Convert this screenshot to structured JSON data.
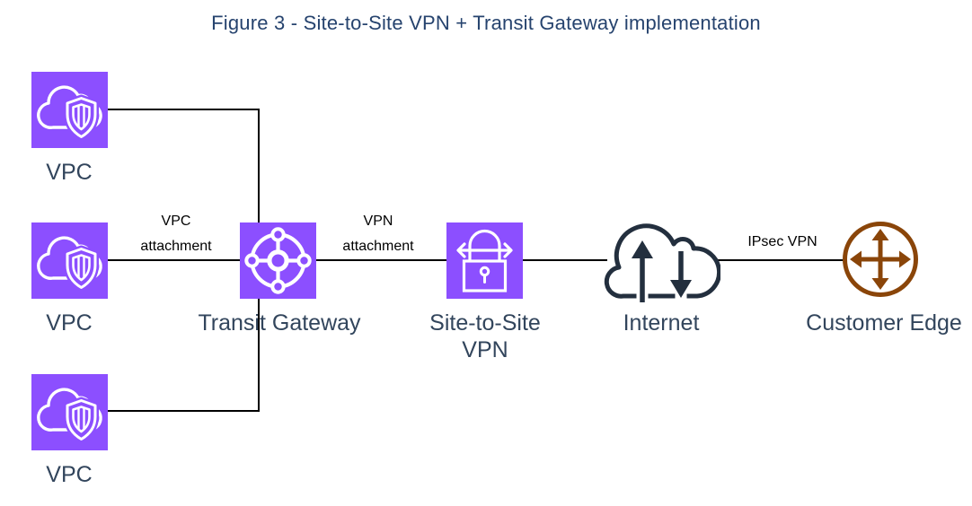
{
  "figure": {
    "title": "Figure 3 - Site-to-Site VPN + Transit Gateway implementation"
  },
  "diagram": {
    "type": "aws-network-architecture",
    "nodes": [
      {
        "id": "vpc-1",
        "label": "VPC",
        "icon": "vpc-icon"
      },
      {
        "id": "vpc-2",
        "label": "VPC",
        "icon": "vpc-icon"
      },
      {
        "id": "vpc-3",
        "label": "VPC",
        "icon": "vpc-icon"
      },
      {
        "id": "transit-gateway",
        "label": "Transit Gateway",
        "icon": "transit-gateway-icon"
      },
      {
        "id": "site-to-site-vpn",
        "label": "Site-to-Site VPN",
        "icon": "site-to-site-vpn-lock-icon"
      },
      {
        "id": "internet",
        "label": "Internet",
        "icon": "internet-cloud-icon"
      },
      {
        "id": "customer-edge",
        "label": "Customer Edge",
        "icon": "customer-edge-router-icon"
      }
    ],
    "edges": [
      {
        "from": "vpc-1",
        "to": "transit-gateway",
        "label": ""
      },
      {
        "from": "vpc-2",
        "to": "transit-gateway",
        "label": "VPC attachment"
      },
      {
        "from": "vpc-3",
        "to": "transit-gateway",
        "label": ""
      },
      {
        "from": "transit-gateway",
        "to": "site-to-site-vpn",
        "label": "VPN attachment"
      },
      {
        "from": "site-to-site-vpn",
        "to": "internet",
        "label": ""
      },
      {
        "from": "internet",
        "to": "customer-edge",
        "label": "IPsec VPN"
      }
    ],
    "colors": {
      "aws_purple": "#8C4FFF",
      "internet_navy": "#232F3E",
      "customer_edge_brown": "#8A4509",
      "title_text": "#26436E",
      "node_label_text": "#32455C",
      "edge_label_text": "#000000",
      "connector_line": "#000000",
      "background": "#FFFFFF"
    }
  }
}
